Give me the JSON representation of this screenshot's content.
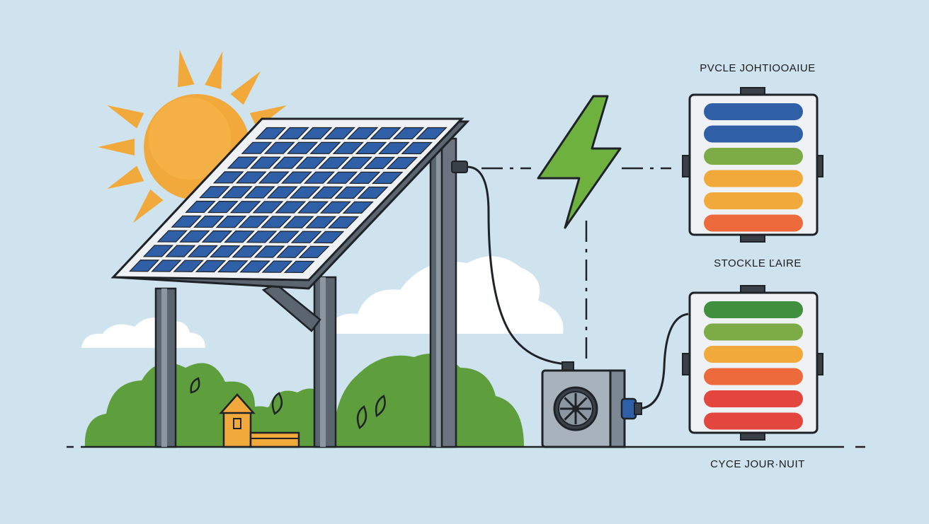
{
  "labels": {
    "top_battery": "PVCLE JOHTIOOAIUE",
    "storage": "STOCKLE ĽAIRE",
    "cycle": "CYCE JOUR·NUIT"
  },
  "colors": {
    "sky": "#cfe3ef",
    "sun": "#f2a93b",
    "panel": "#2f5fa7",
    "bolt": "#6fb13f",
    "foliage": "#5f9e3c",
    "outline": "#1f2328"
  },
  "battery_top": {
    "bars": [
      "#2f5fa7",
      "#2f5fa7",
      "#7dab45",
      "#f2a93b",
      "#f2a93b",
      "#ec6a3b"
    ]
  },
  "battery_bottom": {
    "bars": [
      "#3f8f3f",
      "#7dab45",
      "#f2a93b",
      "#ec6a3b",
      "#e2463f",
      "#e2463f"
    ]
  },
  "icons": [
    "sun-icon",
    "solar-panel-icon",
    "lightning-bolt-icon",
    "battery-icon",
    "inverter-icon",
    "fan-icon",
    "house-icon",
    "cloud-icon",
    "bush-icon"
  ]
}
